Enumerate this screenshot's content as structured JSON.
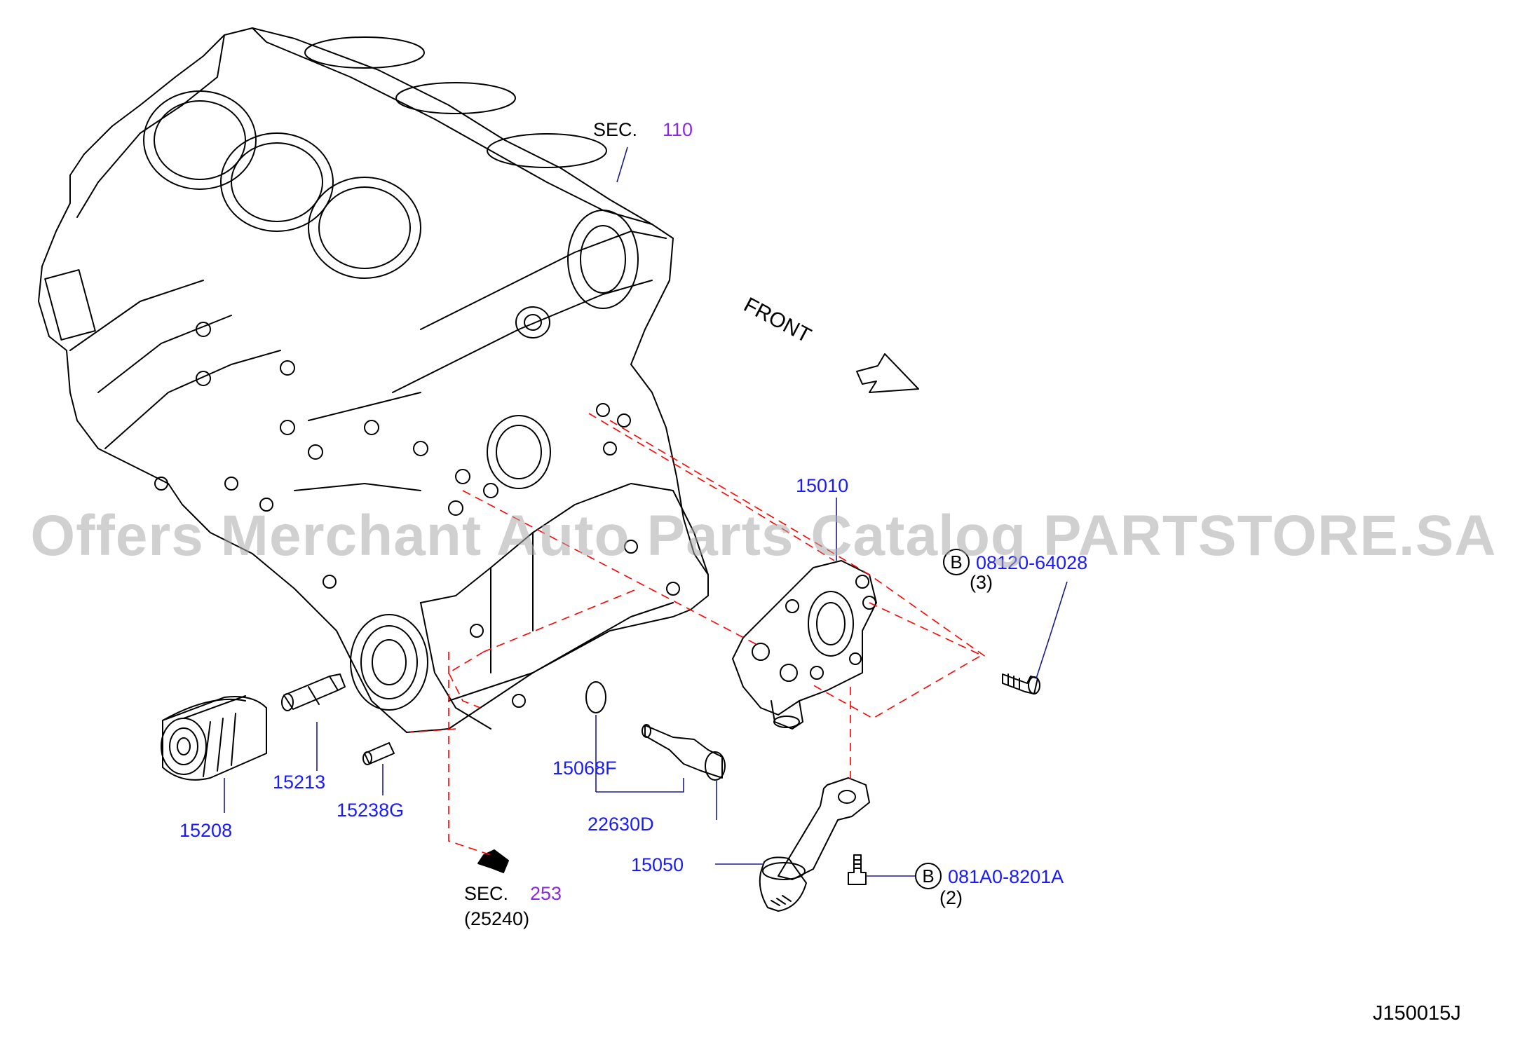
{
  "watermark": "Offers Merchant Auto Parts Catalog PARTSTORE.SA",
  "front_label": "FRONT",
  "sec_110": {
    "prefix": "SEC.",
    "number": "110"
  },
  "sec_253": {
    "prefix": "SEC.",
    "number": "253",
    "sub": "(25240)"
  },
  "callouts": {
    "p15010": "15010",
    "p08120": "08120-64028",
    "p08120_qty": "(3)",
    "p15213": "15213",
    "p15238G": "15238G",
    "p15208": "15208",
    "p15068F": "15068F",
    "p22630D": "22630D",
    "p15050": "15050",
    "p081A0": "081A0-8201A",
    "p081A0_qty": "(2)"
  },
  "bolt_marker": "B",
  "diagram_code": "J150015J",
  "colors": {
    "line": "#000000",
    "part_no": "#1a1aff",
    "section": "#8a2be2",
    "dashed": "#ff0000"
  }
}
